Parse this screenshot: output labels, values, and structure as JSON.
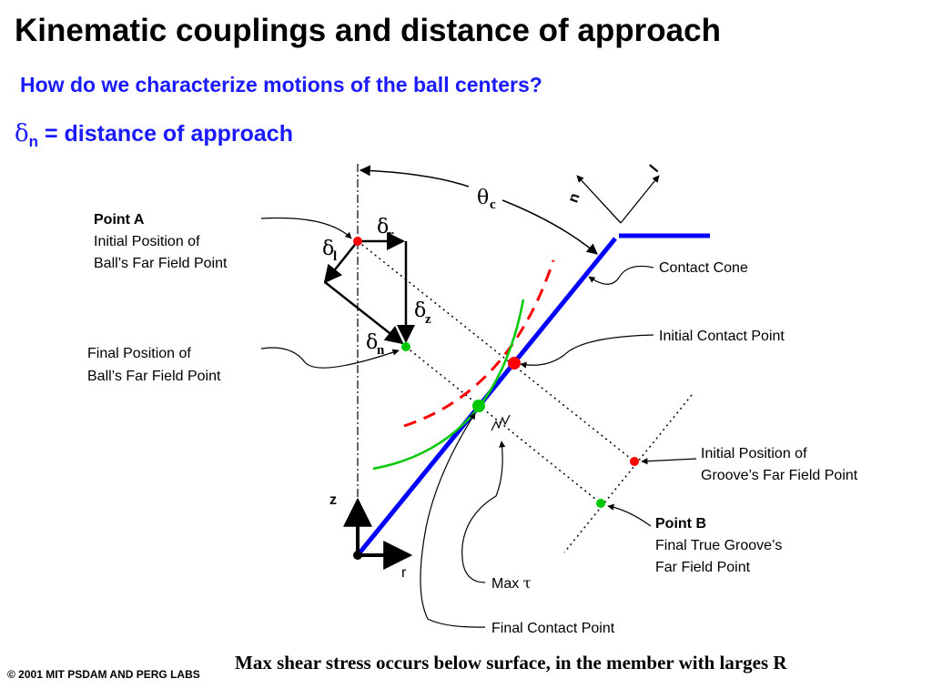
{
  "slide": {
    "title": "Kinematic couplings and distance of approach",
    "subtitle": "How do we characterize motions of the ball centers?",
    "definition_symbol": "δ",
    "definition_subscript": "n",
    "definition_text": " = distance of approach",
    "footer": "© 2001 MIT PSDAM AND PERG LABS",
    "note": "Max shear stress occurs below surface, in the member with larges R"
  },
  "labels": {
    "point_a_title": "Point A",
    "point_a_line1": "Initial Position of",
    "point_a_line2": "Ball’s Far Field Point",
    "final_ball_line1": "Final Position of",
    "final_ball_line2": "Ball’s Far Field Point",
    "contact_cone": "Contact Cone",
    "initial_contact": "Initial Contact Point",
    "groove_initial_line1": "Initial Position of",
    "groove_initial_line2": "Groove’s Far Field Point",
    "point_b_title": "Point B",
    "point_b_line1": "Final True Groove’s",
    "point_b_line2": "Far Field Point",
    "max_tau_text": "Max ",
    "max_tau_symbol": "τ",
    "final_contact": "Final Contact Point",
    "axis_z": "z",
    "axis_r": "r",
    "frame_n": "n",
    "frame_l": "l"
  },
  "symbols": {
    "delta": "δ",
    "theta": "θ",
    "sub_r": "r",
    "sub_l": "l",
    "sub_z": "z",
    "sub_n": "n",
    "sub_c": "c"
  },
  "colors": {
    "title": "#000000",
    "accent_blue": "#1a1aff",
    "cone_blue": "#0000ff",
    "red": "#ff0000",
    "green": "#00c800"
  }
}
